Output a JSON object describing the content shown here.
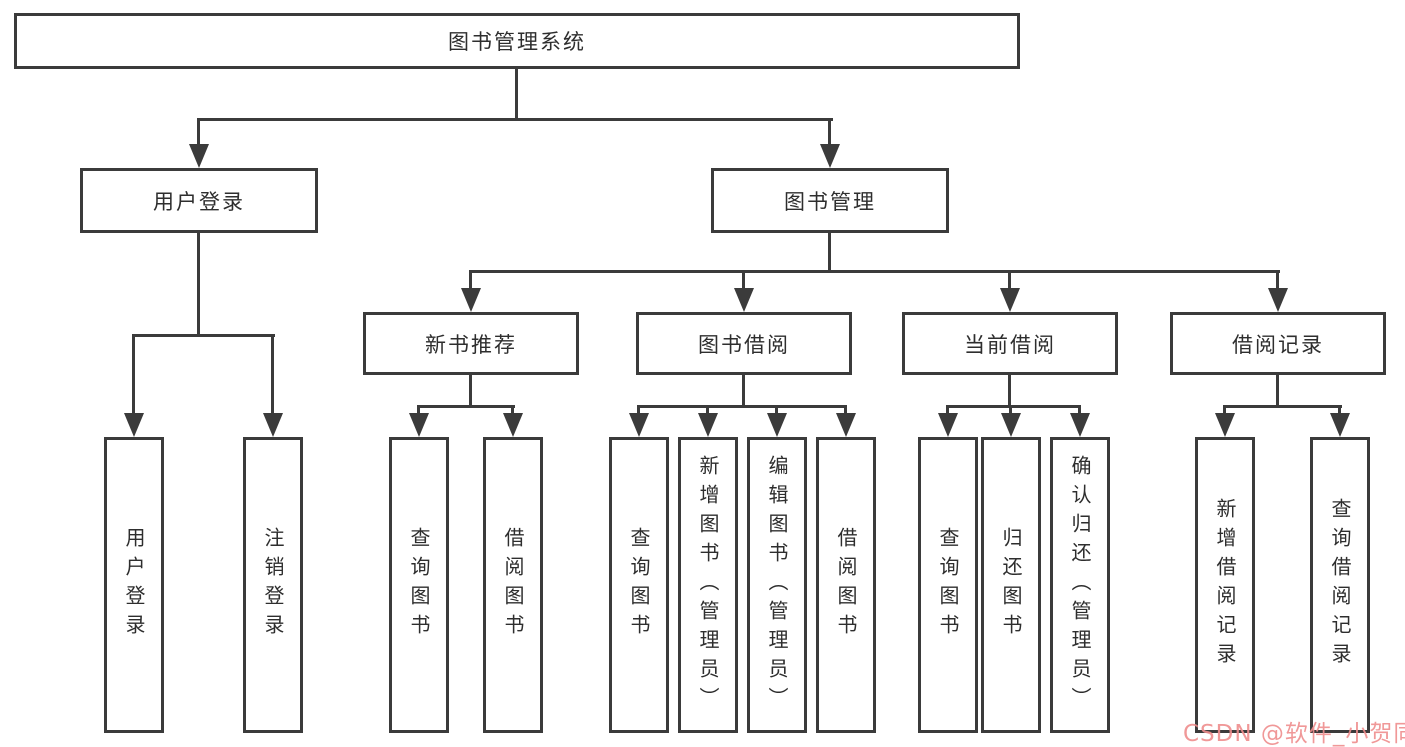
{
  "diagram": {
    "title": "图书管理系统",
    "level2": [
      "用户登录",
      "图书管理"
    ],
    "level3": [
      "新书推荐",
      "图书借阅",
      "当前借阅",
      "借阅记录"
    ],
    "leaves": {
      "user_login": [
        "用户登录",
        "注销登录"
      ],
      "new_books": [
        "查询图书",
        "借阅图书"
      ],
      "book_borrow": [
        "查询图书",
        "新增图书（管理员）",
        "编辑图书（管理员）",
        "借阅图书"
      ],
      "current_borrow": [
        "查询图书",
        "归还图书",
        "确认归还（管理员）"
      ],
      "borrow_records": [
        "新增借阅记录",
        "查询借阅记录"
      ]
    },
    "colors": {
      "line": "#3b3b3b",
      "text": "#2e2e2e",
      "background": "#ffffff"
    }
  },
  "watermark": {
    "text": "CSDN @软件_小贺同学",
    "color": "#ef8d8d"
  }
}
